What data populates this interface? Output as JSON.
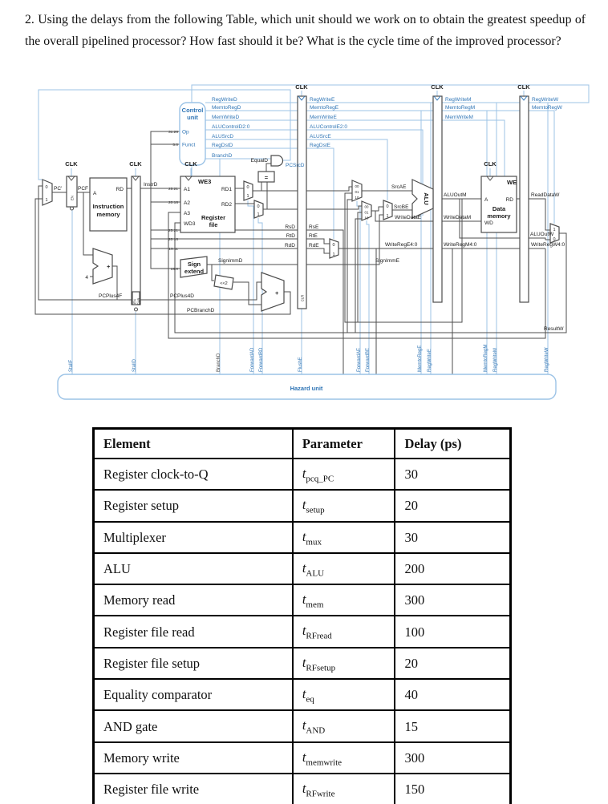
{
  "question": "2. Using the delays from the following Table, which unit should we work on to obtain the greatest speedup of the overall pipelined processor? How fast should it be? What is the cycle time of the improved processor?",
  "diagram": {
    "colors": {
      "control_blue": "#2e74b5",
      "light_blue": "#9cc3e6",
      "wire_gray": "#4d4d4d"
    },
    "labels": {
      "clk": "CLK",
      "control1": "Control",
      "control2": "unit",
      "op": "Op",
      "funct": "Funct",
      "b31": "31:26",
      "b5": "5:0",
      "b25": "25:21",
      "b20": "20:16",
      "b15_11": "15:11",
      "b15_0": "15:0",
      "regwrited": "RegWriteD",
      "memtoregd": "MemtoRegD",
      "memwrited": "MemWriteD",
      "alucontrold": "ALUControlD2:0",
      "alusrcd": "ALUSrcD",
      "regdstd": "RegDstD",
      "branchd": "BranchD",
      "equald": "EqualD",
      "pcsrcd": "PCSrcD",
      "eq": "=",
      "regwritee": "RegWriteE",
      "memtorege": "MemtoRegE",
      "memwritee": "MemWriteE",
      "alucontrole": "ALUControlE2:0",
      "alusrce": "ALUSrcE",
      "regdste": "RegDstE",
      "regwritem": "RegWriteM",
      "memtoregm": "MemtoRegM",
      "memwritem": "MemWriteM",
      "regwritew": "RegWriteW",
      "memtoregw": "MemtoRegW",
      "pcp": "PC'",
      "pcf": "PCF",
      "instrd": "InstrD",
      "a": "A",
      "rd": "RD",
      "wd": "WD",
      "we": "WE",
      "en": "EN",
      "clr": "CLR",
      "instr1": "Instruction",
      "instr2": "memory",
      "we3": "WE3",
      "a1": "A1",
      "a2": "A2",
      "a3": "A3",
      "wd3": "WD3",
      "rd1": "RD1",
      "rd2": "RD2",
      "rf1": "Register",
      "rf2": "file",
      "rsd": "RsD",
      "rtd": "RtD",
      "rdd": "RdD",
      "rse": "RsE",
      "rte": "RtE",
      "rde": "RdE",
      "sign1": "Sign",
      "sign2": "extend",
      "signimmd": "SignImmD",
      "signimme": "SignImmE",
      "shl2": "<<2",
      "plus": "+",
      "four": "4",
      "pcplus4f": "PCPlus4F",
      "pcplus4d": "PCPlus4D",
      "pcbranchd": "PCBranchD",
      "srcae": "SrcAE",
      "srcbe": "SrcBE",
      "writedatae": "WriteDataE",
      "writerege": "WriteRegE4:0",
      "alu": "ALU",
      "aluoutm": "ALUOutM",
      "writedatam": "WriteDataM",
      "writeregm": "WriteRegM4:0",
      "data1": "Data",
      "data2": "memory",
      "readdataw": "ReadDataW",
      "aluoutw": "ALUOutW",
      "writeregw": "WriteRegW4:0",
      "resultw": "ResultW",
      "hazard": "Hazard unit",
      "stallf": "StallF",
      "stalld": "StallD",
      "forwardad": "ForwardAD",
      "forwardbd": "ForwardBD",
      "flushe": "FlushE",
      "forwardae": "ForwardAE",
      "forwardbe": "ForwardBE",
      "m0": "0",
      "m1": "1",
      "m00": "00",
      "m01": "01",
      "m10": "10"
    }
  },
  "table": {
    "headers": [
      "Element",
      "Parameter",
      "Delay (ps)"
    ],
    "rows": [
      {
        "element": "Register clock-to-Q",
        "param_base": "t",
        "param_sub": "pcq_PC",
        "delay": "30"
      },
      {
        "element": "Register setup",
        "param_base": "t",
        "param_sub": "setup",
        "delay": "20"
      },
      {
        "element": "Multiplexer",
        "param_base": "t",
        "param_sub": "mux",
        "delay": "30"
      },
      {
        "element": "ALU",
        "param_base": "t",
        "param_sub": "ALU",
        "delay": "200"
      },
      {
        "element": "Memory read",
        "param_base": "t",
        "param_sub": "mem",
        "delay": "300"
      },
      {
        "element": "Register file read",
        "param_base": "t",
        "param_sub": "RFread",
        "delay": "100"
      },
      {
        "element": "Register file setup",
        "param_base": "t",
        "param_sub": "RFsetup",
        "delay": "20"
      },
      {
        "element": "Equality comparator",
        "param_base": "t",
        "param_sub": "eq",
        "delay": "40"
      },
      {
        "element": "AND gate",
        "param_base": "t",
        "param_sub": "AND",
        "delay": "15"
      },
      {
        "element": "Memory write",
        "param_base": "t",
        "param_sub": "memwrite",
        "delay": "300"
      },
      {
        "element": "Register file write",
        "param_base": "t",
        "param_sub": "RFwrite",
        "delay": "150"
      }
    ]
  }
}
